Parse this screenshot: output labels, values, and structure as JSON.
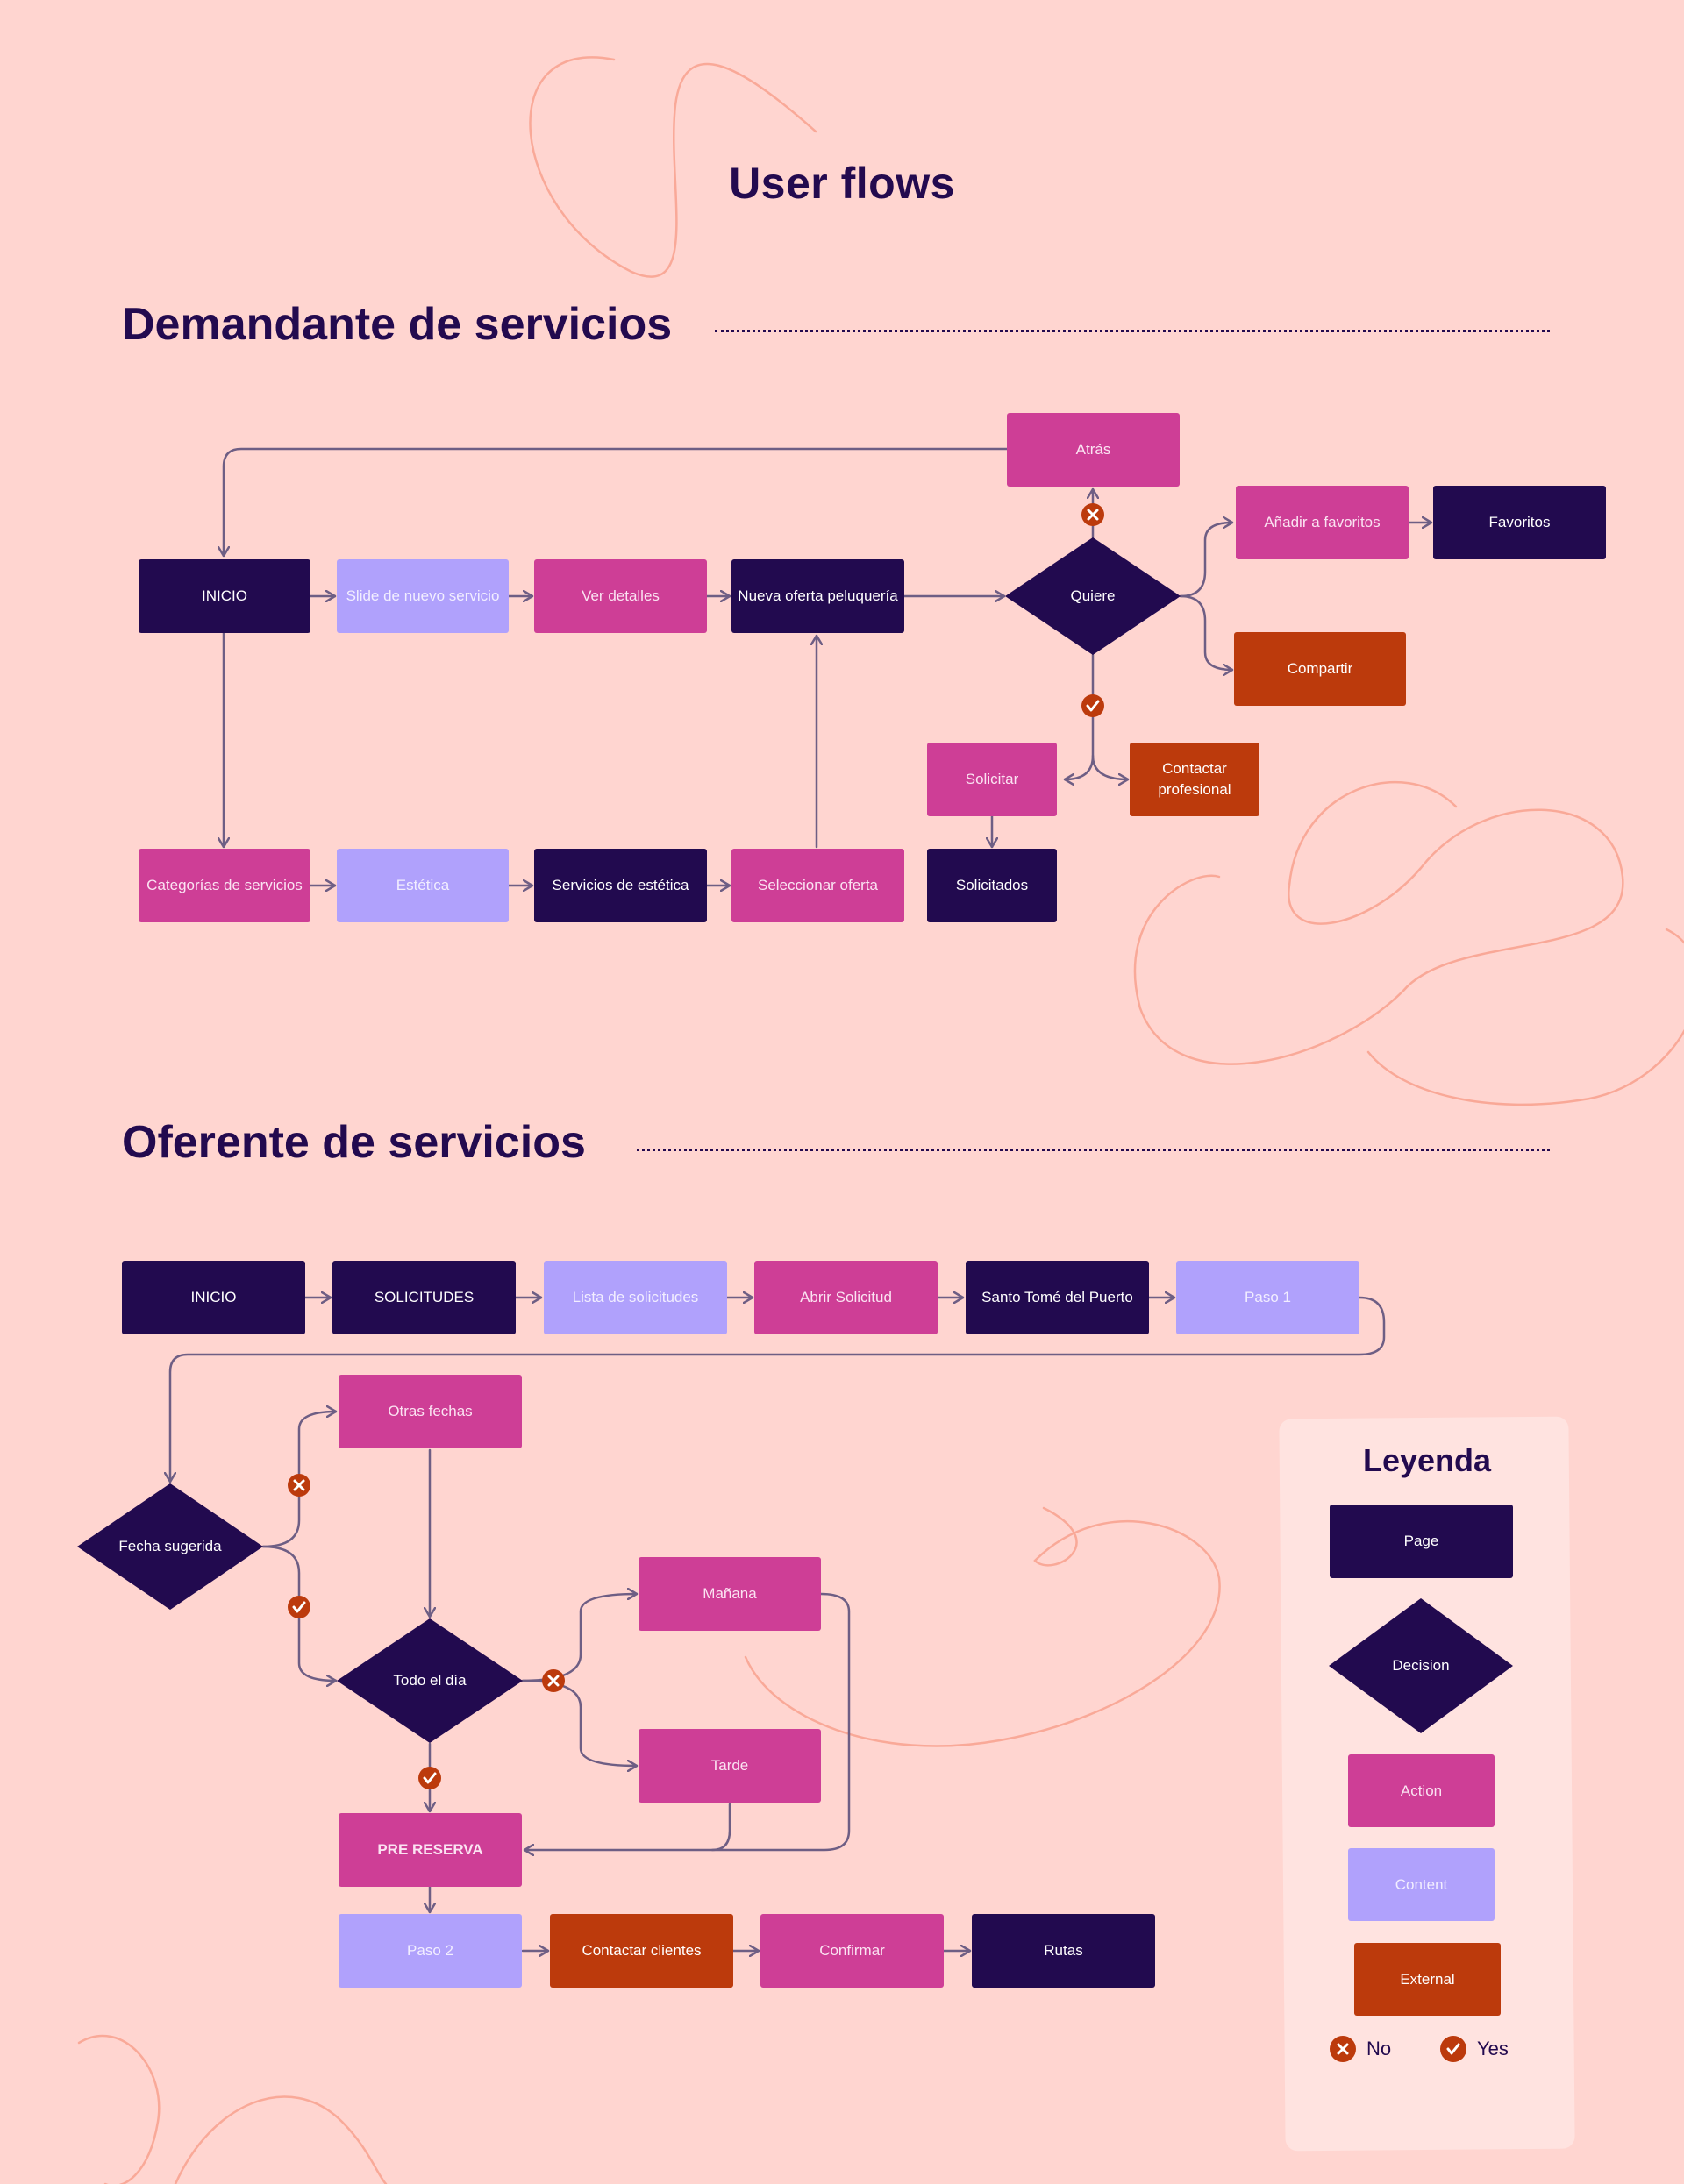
{
  "page": {
    "title": "User flows"
  },
  "colors": {
    "background": "#FFD5D0",
    "page": "#220A4F",
    "action": "#CE3E96",
    "content": "#B0A1FC",
    "external": "#BC3A0C",
    "connector": "#6E5E84"
  },
  "sections": {
    "demandante": {
      "title": "Demandante de servicios"
    },
    "oferente": {
      "title": "Oferente de servicios"
    }
  },
  "nodes": {
    "demandante": {
      "inicio": "INICIO",
      "slide": "Slide de nuevo servicio",
      "ver_detalles": "Ver detalles",
      "nueva_oferta": "Nueva oferta peluquería",
      "quiere": "Quiere",
      "atras": "Atrás",
      "anadir_favoritos": "Añadir a favoritos",
      "favoritos": "Favoritos",
      "compartir": "Compartir",
      "solicitar": "Solicitar",
      "contactar_profesional": "Contactar profesional",
      "solicitados": "Solicitados",
      "categorias": "Categorías de servicios",
      "estetica": "Estética",
      "servicios_estetica": "Servicios de estética",
      "seleccionar_oferta": "Seleccionar oferta"
    },
    "oferente": {
      "inicio": "INICIO",
      "solicitudes": "SOLICITUDES",
      "lista": "Lista de solicitudes",
      "abrir": "Abrir Solicitud",
      "santo_tome": "Santo Tomé del Puerto",
      "paso1": "Paso 1",
      "fecha_sugerida": "Fecha sugerida",
      "otras_fechas": "Otras fechas",
      "todo_el_dia": "Todo el día",
      "manana": "Mañana",
      "tarde": "Tarde",
      "pre_reserva": "PRE RESERVA",
      "paso2": "Paso 2",
      "contactar_clientes": "Contactar clientes",
      "confirmar": "Confirmar",
      "rutas": "Rutas"
    }
  },
  "legend": {
    "title": "Leyenda",
    "page": "Page",
    "decision": "Decision",
    "action": "Action",
    "content": "Content",
    "external": "External",
    "no": "No",
    "yes": "Yes"
  },
  "icons": {
    "no": "x-circle-icon",
    "yes": "check-circle-icon"
  }
}
